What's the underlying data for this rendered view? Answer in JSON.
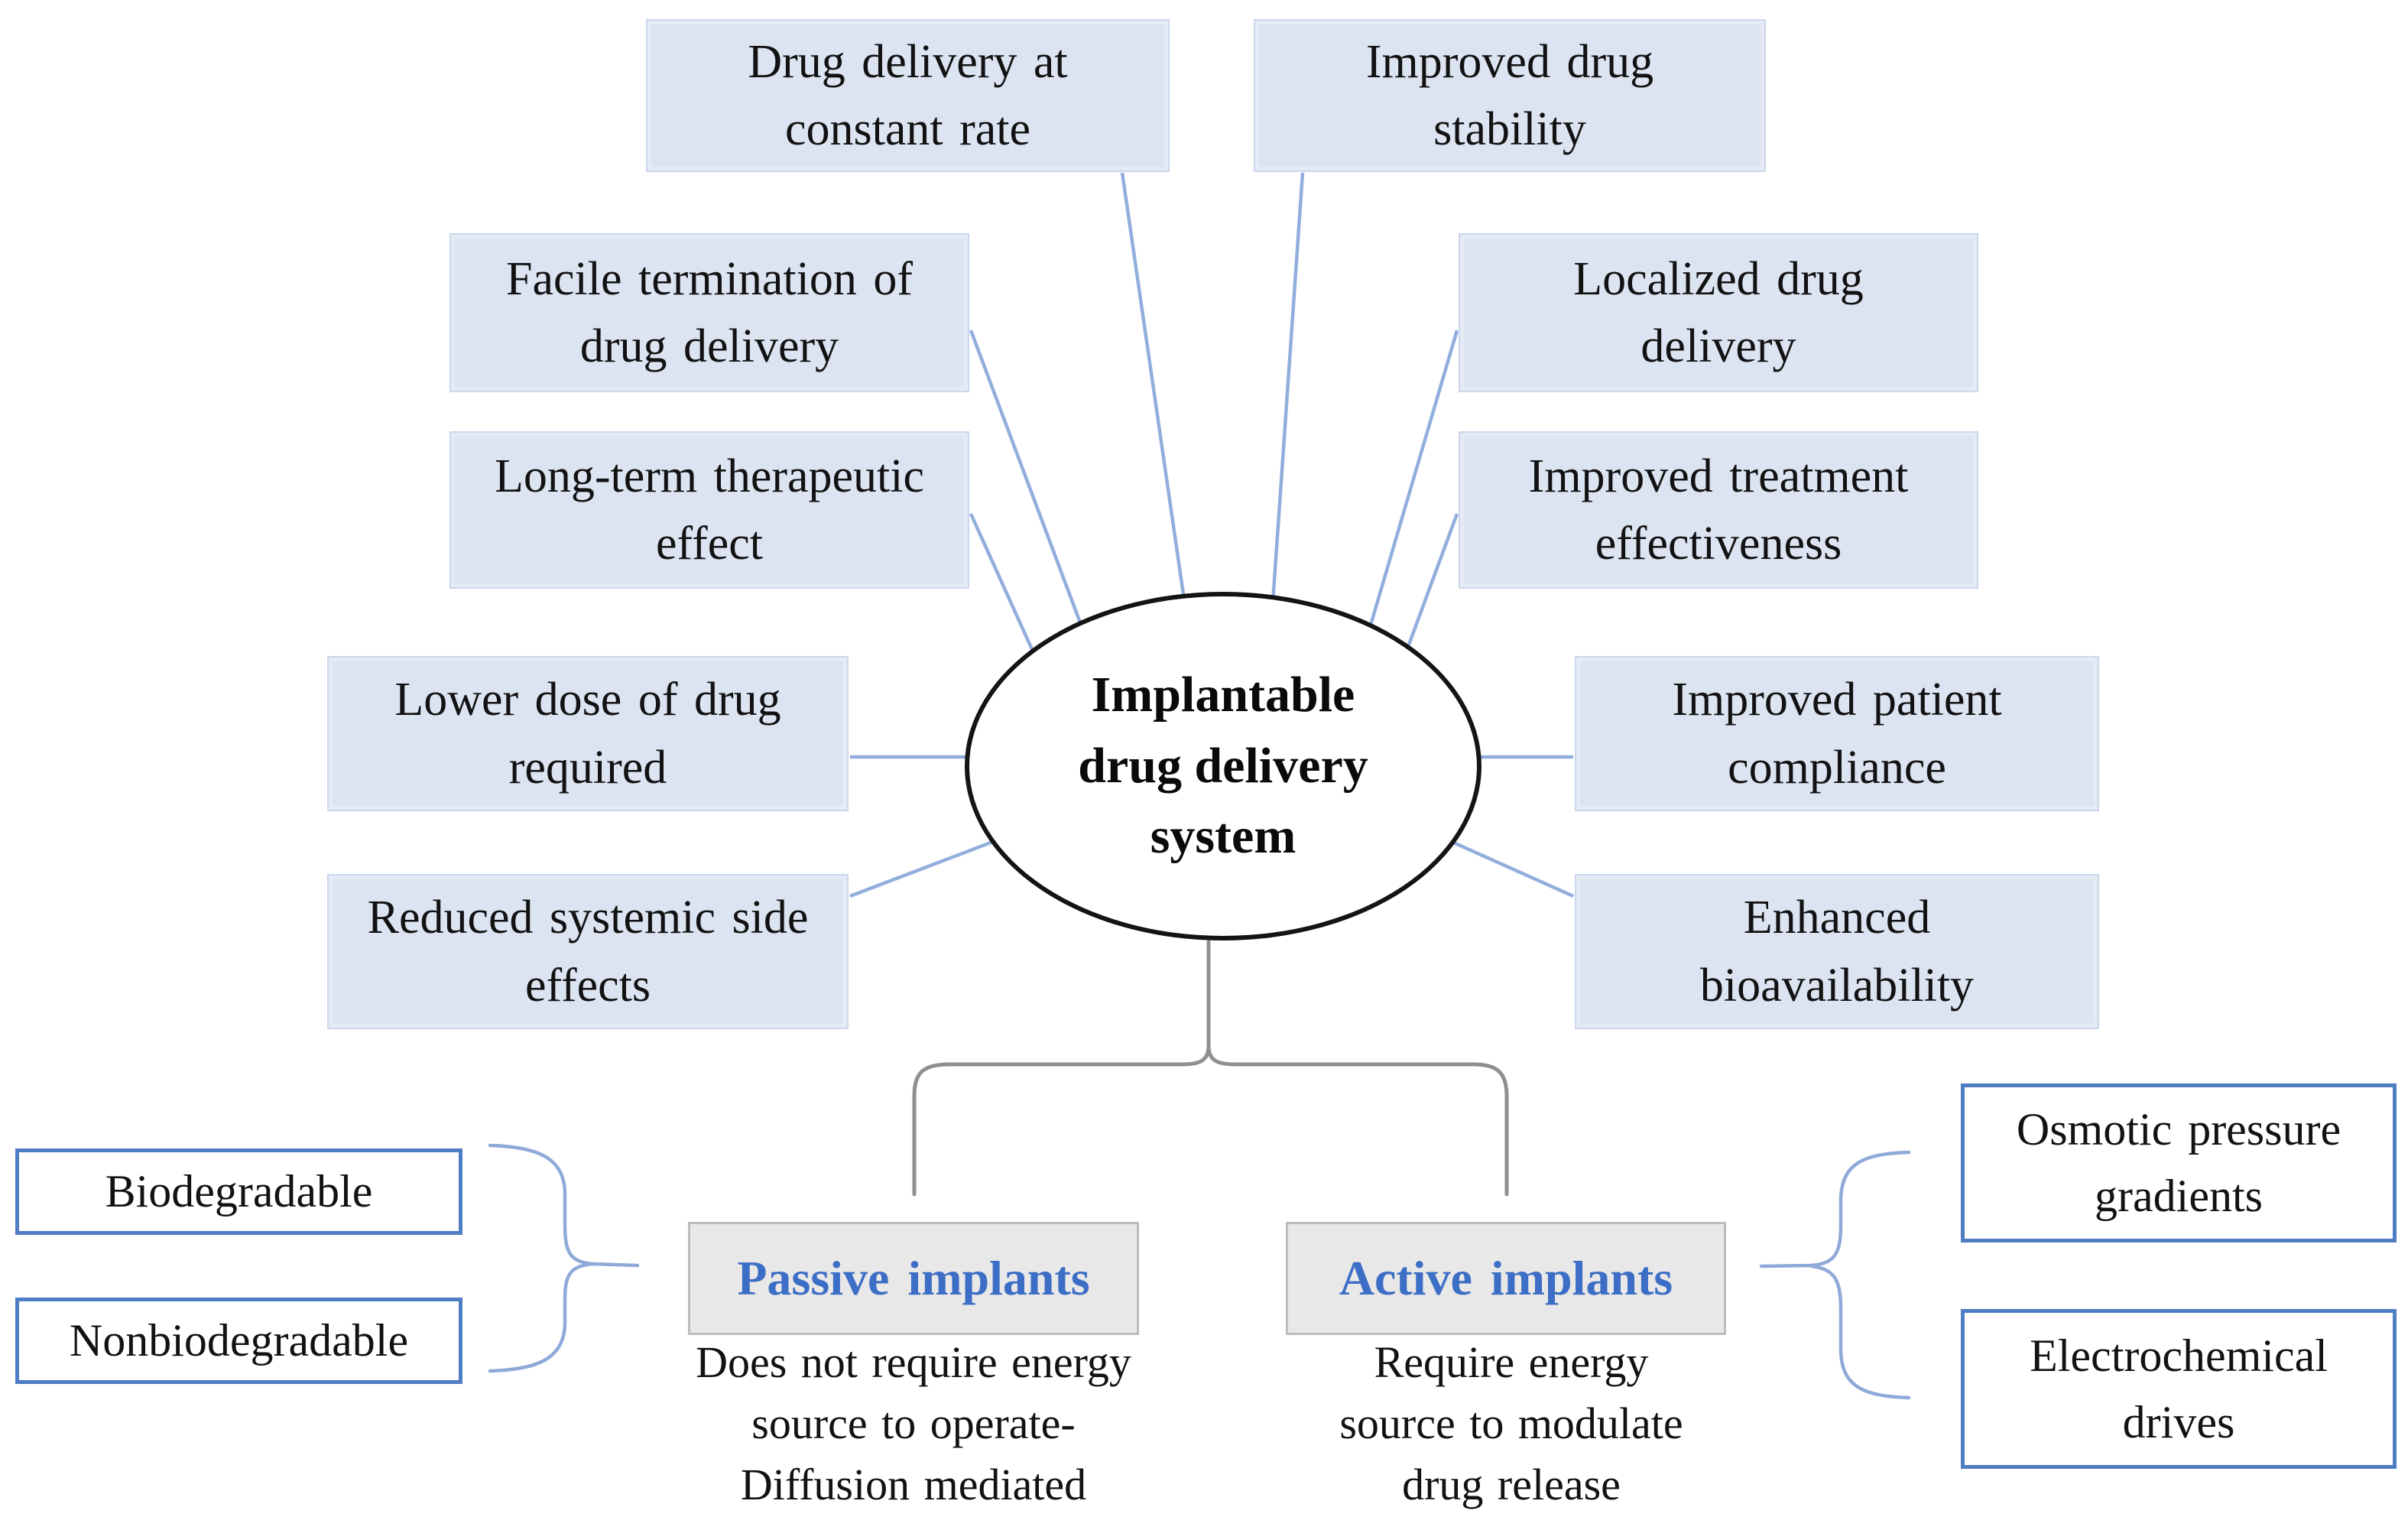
{
  "center_node": {
    "label": "Implantable drug delivery system",
    "lines": [
      "Implantable",
      "drug delivery",
      "system"
    ]
  },
  "benefits": [
    {
      "id": "constant-rate",
      "label": "Drug delivery at constant rate",
      "lines": [
        "Drug delivery at",
        "constant rate"
      ]
    },
    {
      "id": "drug-stability",
      "label": "Improved drug stability",
      "lines": [
        "Improved drug",
        "stability"
      ]
    },
    {
      "id": "facile-termination",
      "label": "Facile termination of drug delivery",
      "lines": [
        "Facile termination of",
        "drug delivery"
      ]
    },
    {
      "id": "localized-delivery",
      "label": "Localized drug delivery",
      "lines": [
        "Localized drug",
        "delivery"
      ]
    },
    {
      "id": "long-term-effect",
      "label": "Long-term therapeutic effect",
      "lines": [
        "Long-term therapeutic",
        "effect"
      ]
    },
    {
      "id": "treatment-effectiveness",
      "label": "Improved treatment effectiveness",
      "lines": [
        "Improved treatment",
        "effectiveness"
      ]
    },
    {
      "id": "lower-dose",
      "label": "Lower dose of drug required",
      "lines": [
        "Lower dose of drug",
        "required"
      ]
    },
    {
      "id": "patient-compliance",
      "label": "Improved patient compliance",
      "lines": [
        "Improved patient",
        "compliance"
      ]
    },
    {
      "id": "reduced-side-effects",
      "label": "Reduced systemic side effects",
      "lines": [
        "Reduced systemic side",
        "effects"
      ]
    },
    {
      "id": "enhanced-bioavailability",
      "label": "Enhanced bioavailability",
      "lines": [
        "Enhanced",
        "bioavailability"
      ]
    }
  ],
  "branches": {
    "passive": {
      "title": "Passive implants",
      "description": "Does not require energy source to operate- Diffusion mediated",
      "description_lines": [
        "Does not require energy",
        "source to operate-",
        "Diffusion mediated"
      ],
      "types": [
        {
          "label": "Biodegradable"
        },
        {
          "label": "Nonbiodegradable"
        }
      ]
    },
    "active": {
      "title": "Active implants",
      "description": "Require energy source to modulate drug release",
      "description_lines": [
        "Require energy",
        "source to modulate",
        "drug release"
      ],
      "mechanisms": [
        {
          "label": "Osmotic pressure gradients",
          "lines": [
            "Osmotic pressure",
            "gradients"
          ]
        },
        {
          "label": "Electrochemical drives",
          "lines": [
            "Electrochemical",
            "drives"
          ]
        }
      ]
    }
  },
  "colors": {
    "benefit_box_fill": "#dce4f2",
    "benefit_box_border": "#cbd7ec",
    "connector_blue": "#92aedd",
    "brace_blue": "#8fa9d8",
    "bracket_gray": "#8f8f8f",
    "heading_blue": "#3c6ec5",
    "type_box_border": "#4f7dc4",
    "category_box_fill": "#e9e8e8",
    "category_box_border": "#bcbcbc",
    "ellipse_border": "#141414"
  }
}
